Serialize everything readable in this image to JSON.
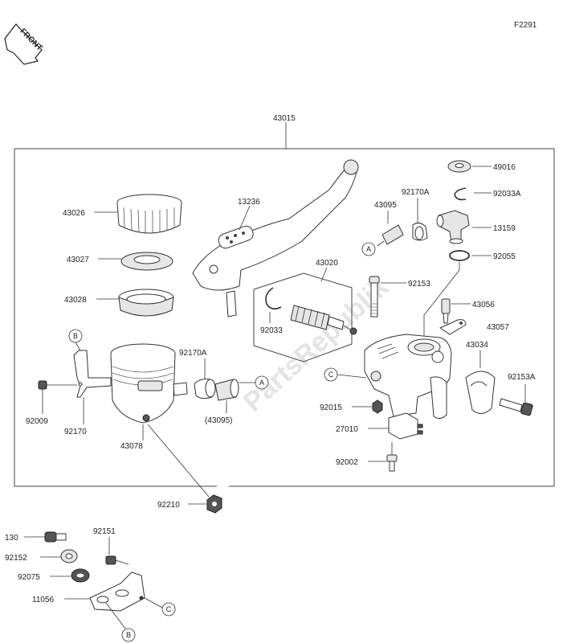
{
  "figure_code": "F2291",
  "front_badge": "FRONT",
  "watermark": "PartsRepublik",
  "parts": {
    "p43015": "43015",
    "p43026": "43026",
    "p43027": "43027",
    "p43028": "43028",
    "p13236": "13236",
    "p43095": "43095",
    "p92170A_top": "92170A",
    "p49016": "49016",
    "p92033A": "92033A",
    "p13159": "13159",
    "p92055": "92055",
    "p43020": "43020",
    "p92153": "92153",
    "p43056": "43056",
    "p43057": "43057",
    "p92033": "92033",
    "p43034": "43034",
    "p92153A": "92153A",
    "p92170A_mid": "92170A",
    "p43095_paren": "(43095)",
    "p92009": "92009",
    "p92170": "92170",
    "p43078": "43078",
    "p92015": "92015",
    "p27010": "27010",
    "p92002": "92002",
    "p92210": "92210",
    "p130": "130",
    "p92151": "92151",
    "p92152": "92152",
    "p92075": "92075",
    "p11056": "11056"
  },
  "callouts": {
    "A": "A",
    "B": "B",
    "C": "C"
  }
}
